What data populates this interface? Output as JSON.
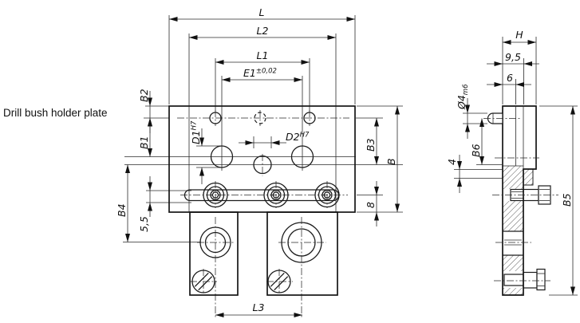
{
  "title": "Drill bush holder plate",
  "front": {
    "L": "L",
    "L2": "L2",
    "L1": "L1",
    "E1_base": "E1",
    "E1_tol": "±0,02",
    "B2": "B2",
    "B1": "B1",
    "B4": "B4",
    "slot_width": "5,5",
    "D1_base": "D1",
    "D1_fit": "H7",
    "D2_base": "D2",
    "D2_fit": "H7",
    "B3": "B3",
    "B": "B",
    "edge_offset": "8",
    "L3": "L3"
  },
  "side": {
    "H": "H",
    "depth1": "9,5",
    "depth2": "6",
    "pin_base": "Ø4",
    "pin_fit": "m6",
    "B6": "B6",
    "flange": "4",
    "B5": "B5"
  },
  "line_color": "#1c1c1c",
  "background": "#ffffff"
}
